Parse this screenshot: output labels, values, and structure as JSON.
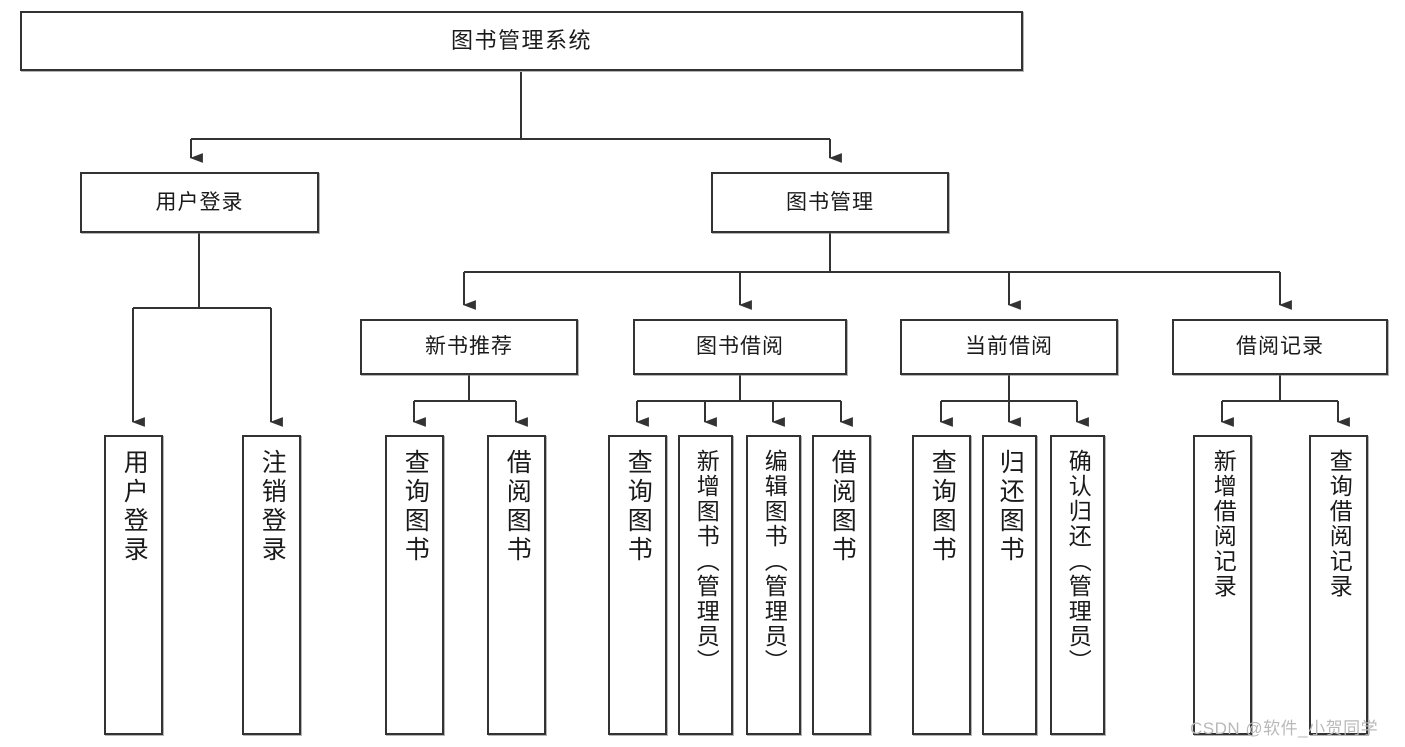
{
  "diagram": {
    "title": "图书管理系统",
    "type": "tree",
    "watermark": "CSDN @软件_小贺同学",
    "nodes": {
      "root": {
        "label": "图书管理系统"
      },
      "level2": [
        {
          "id": "user-login",
          "label": "用户登录"
        },
        {
          "id": "book-manage",
          "label": "图书管理"
        }
      ],
      "level3": [
        {
          "id": "new-book-recommend",
          "label": "新书推荐"
        },
        {
          "id": "book-borrow",
          "label": "图书借阅"
        },
        {
          "id": "current-borrow",
          "label": "当前借阅"
        },
        {
          "id": "borrow-record",
          "label": "借阅记录"
        }
      ],
      "leaves": {
        "user_login": [
          {
            "id": "leaf-user-login",
            "label": "用户登录"
          },
          {
            "id": "leaf-logout-login",
            "label": "注销登录"
          }
        ],
        "new_book_recommend": [
          {
            "id": "leaf-query-book-1",
            "label": "查询图书"
          },
          {
            "id": "leaf-borrow-book-1",
            "label": "借阅图书"
          }
        ],
        "book_borrow": [
          {
            "id": "leaf-query-book-2",
            "label": "查询图书"
          },
          {
            "id": "leaf-add-book-admin",
            "label": "新增图书（管理员）"
          },
          {
            "id": "leaf-edit-book-admin",
            "label": "编辑图书（管理员）"
          },
          {
            "id": "leaf-borrow-book-2",
            "label": "借阅图书"
          }
        ],
        "current_borrow": [
          {
            "id": "leaf-query-book-3",
            "label": "查询图书"
          },
          {
            "id": "leaf-return-book",
            "label": "归还图书"
          },
          {
            "id": "leaf-confirm-return-admin",
            "label": "确认归还（管理员）"
          }
        ],
        "borrow_record": [
          {
            "id": "leaf-add-borrow-record",
            "label": "新增借阅记录"
          },
          {
            "id": "leaf-query-borrow-record",
            "label": "查询借阅记录"
          }
        ]
      }
    },
    "colors": {
      "border": "#333333",
      "background": "#ffffff",
      "connector": "#333333",
      "text": "#1a1a1a",
      "watermark": "#b9b9b9"
    }
  }
}
